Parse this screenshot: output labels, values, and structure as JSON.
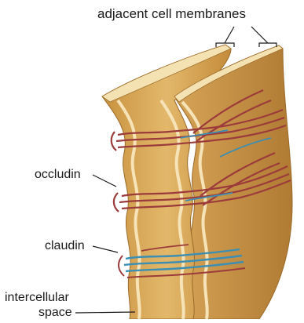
{
  "labels": {
    "title": "adjacent cell membranes",
    "occludin": "occludin",
    "claudin": "claudin",
    "intercellular": "intercellular",
    "space": "space"
  },
  "colors": {
    "membrane_fill": "#d9a85a",
    "membrane_dark": "#b8843c",
    "membrane_light": "#f3dca8",
    "occludin_strand": "#9c3b3b",
    "claudin_strand": "#3c8fb3",
    "leader_line": "#1a1a1a"
  }
}
